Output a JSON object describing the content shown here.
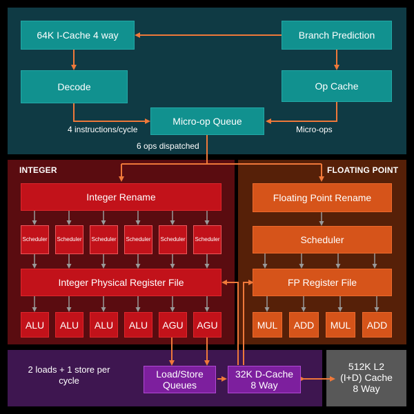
{
  "colors": {
    "front_end_panel": "#0f3a44",
    "integer_panel": "#5a0c10",
    "fp_panel": "#562008",
    "memory_panel": "#3e1650",
    "l2_panel": "#585858",
    "arrow_orange": "#f0793a",
    "arrow_gray": "#999999"
  },
  "front_end": {
    "icache": "64K I-Cache 4 way",
    "branch_prediction": "Branch Prediction",
    "decode": "Decode",
    "op_cache": "Op Cache",
    "micro_op_queue": "Micro-op Queue",
    "decode_label": "4 instructions/cycle",
    "op_cache_label": "Micro-ops",
    "dispatch_label": "6 ops dispatched"
  },
  "integer": {
    "title": "INTEGER",
    "rename": "Integer Rename",
    "schedulers": [
      "Scheduler",
      "Scheduler",
      "Scheduler",
      "Scheduler",
      "Scheduler",
      "Scheduler"
    ],
    "register_file": "Integer Physical Register File",
    "units": [
      "ALU",
      "ALU",
      "ALU",
      "ALU",
      "AGU",
      "AGU"
    ]
  },
  "floating_point": {
    "title": "FLOATING POINT",
    "rename": "Floating Point Rename",
    "scheduler": "Scheduler",
    "register_file": "FP Register File",
    "units": [
      "MUL",
      "ADD",
      "MUL",
      "ADD"
    ]
  },
  "memory": {
    "note": "2 loads + 1 store  per cycle",
    "load_store_queues": "Load/Store Queues",
    "dcache": "32K D-Cache 8 Way",
    "l2_cache": "512K L2 (I+D) Cache 8 Way"
  }
}
